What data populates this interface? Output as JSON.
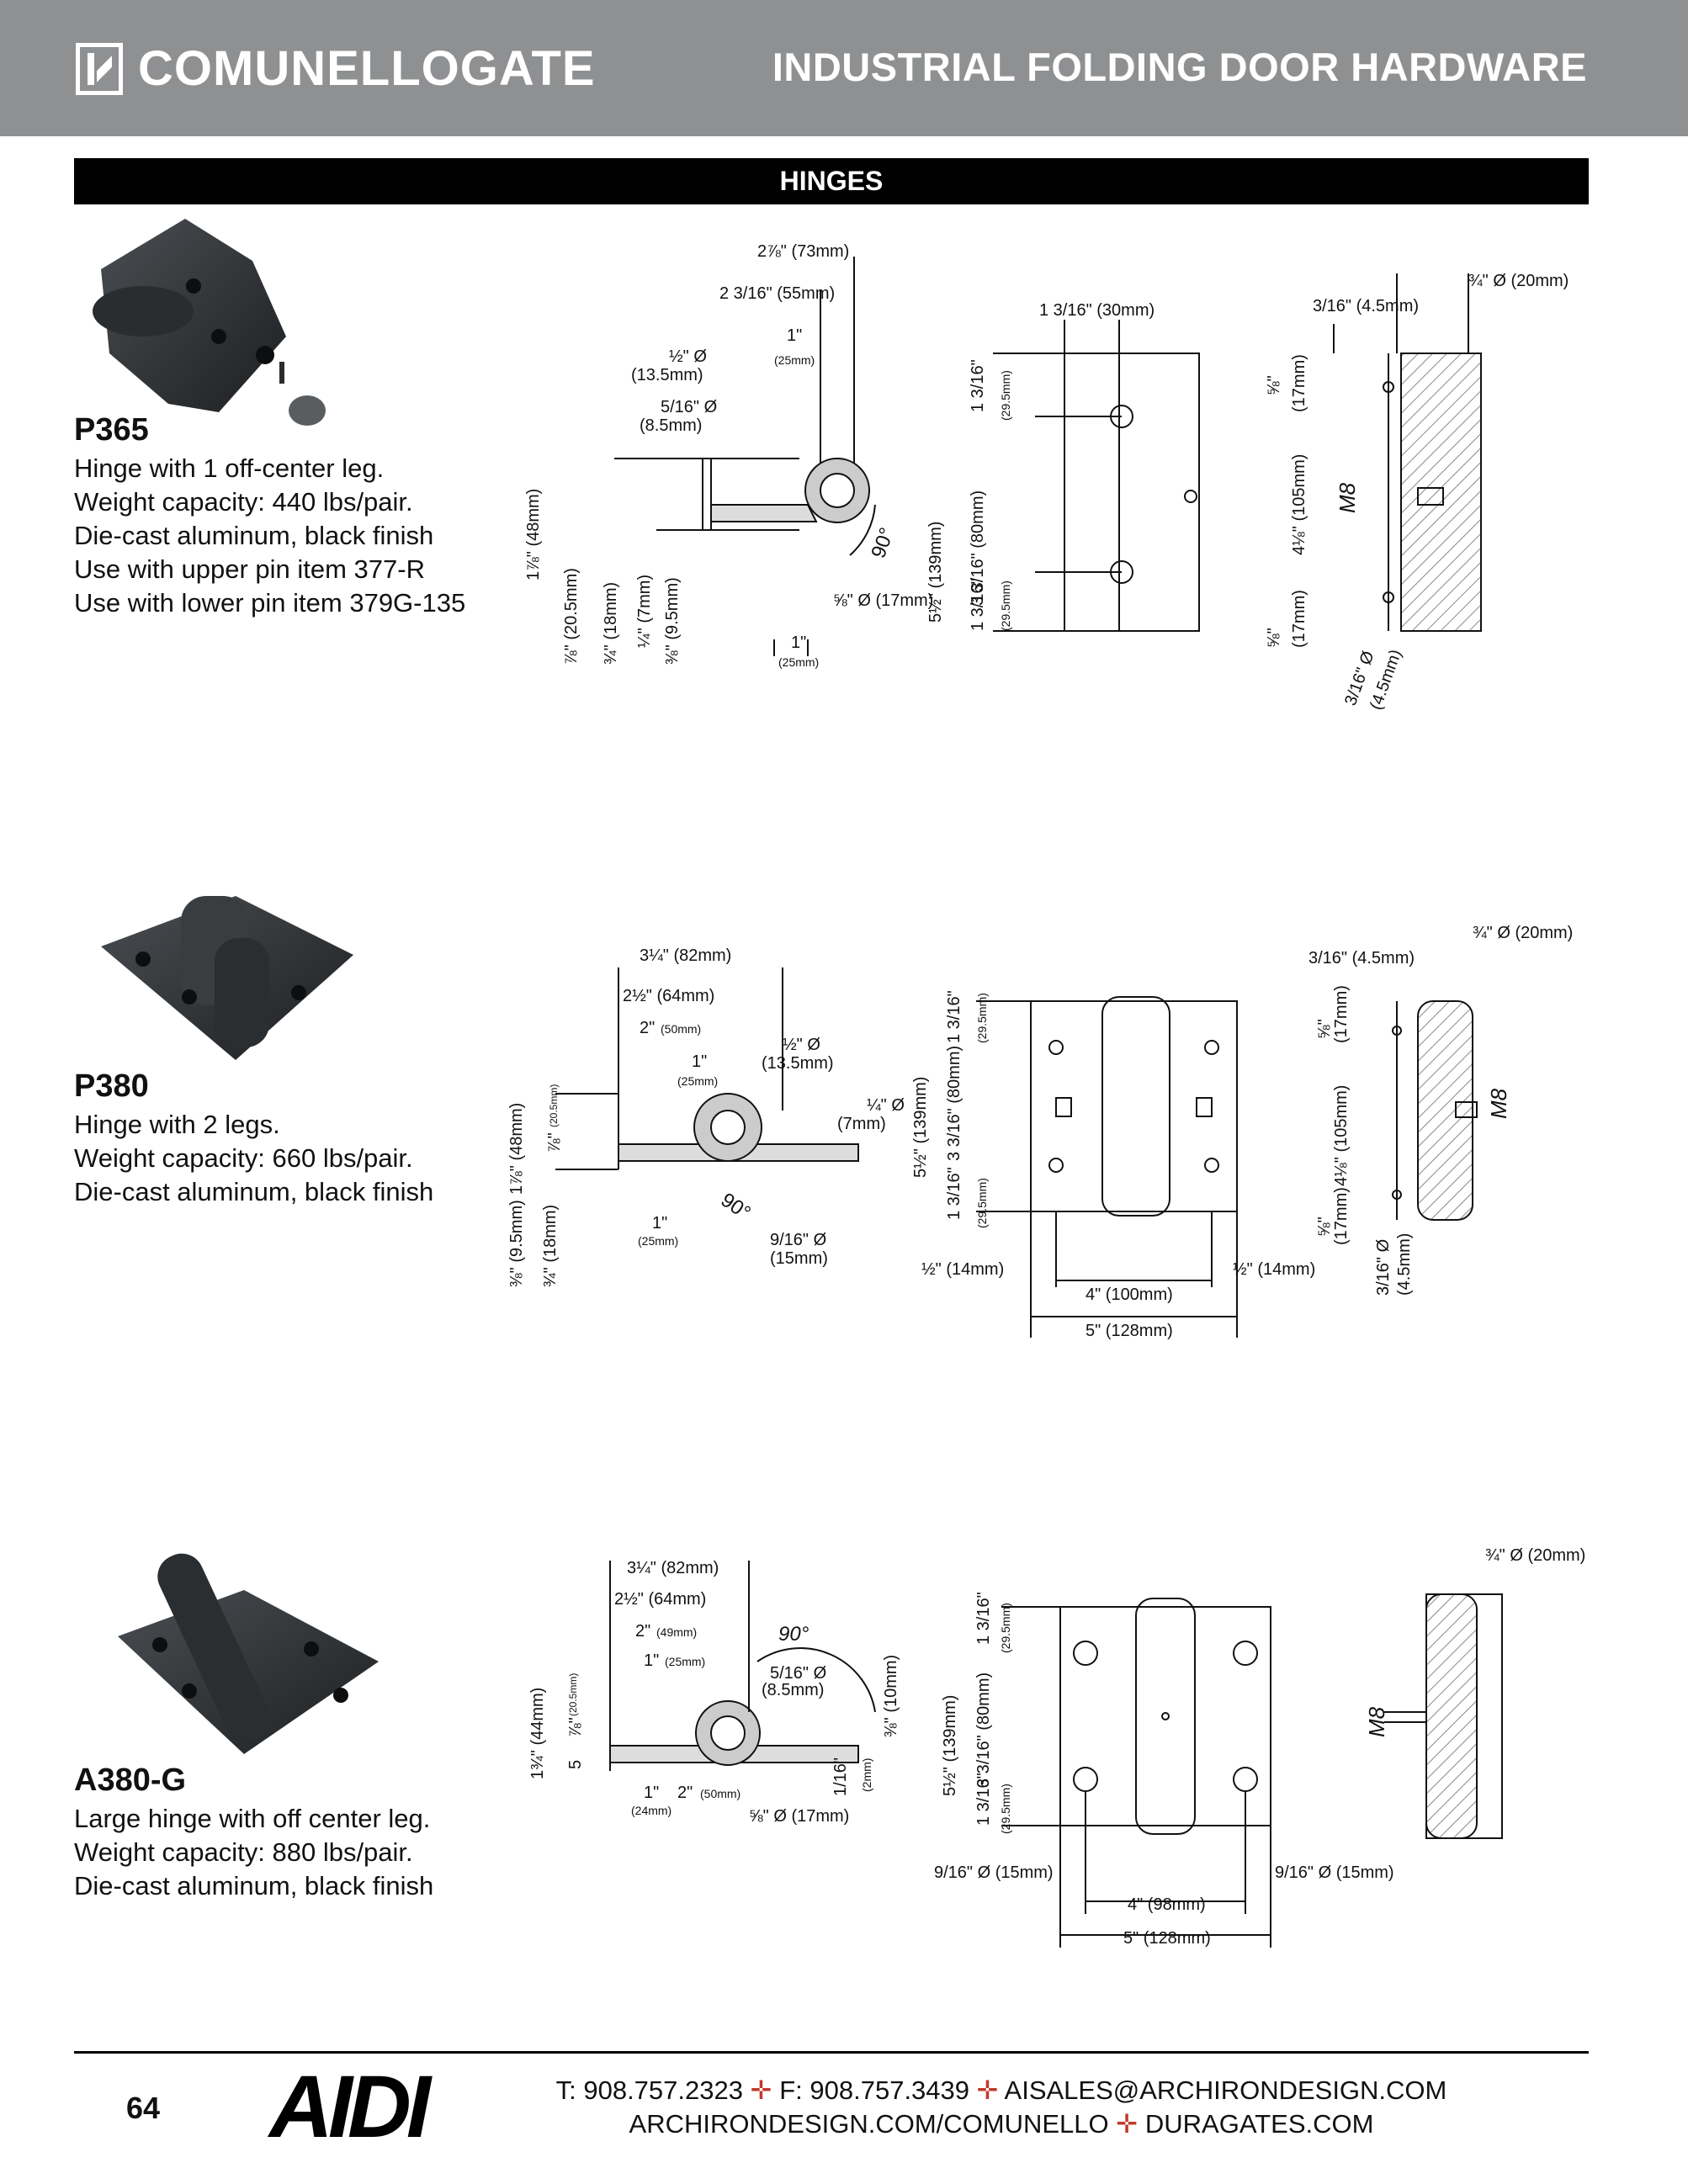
{
  "header": {
    "brand": "COMUNELLOGATE",
    "title": "INDUSTRIAL FOLDING DOOR HARDWARE"
  },
  "section": {
    "title": "HINGES"
  },
  "products": [
    {
      "code": "P365",
      "lines": [
        "Hinge with 1 off-center leg.",
        "Weight capacity: 440 lbs/pair.",
        "Die-cast aluminum, black finish",
        "Use with upper pin item 377-R",
        "Use with lower pin item 379G-135"
      ],
      "dims": {
        "a": "2⅞\" (73mm)",
        "b": "2 3/16\" (55mm)",
        "c": "1\"",
        "c_mm": "(25mm)",
        "d": "½\" Ø",
        "d_mm": "(13.5mm)",
        "e": "5/16\" Ø",
        "e_mm": "(8.5mm)",
        "f": "1⅞\" (48mm)",
        "g": "⅞\" (20.5mm)",
        "h": "¾\" (18mm)",
        "i": "¼\" (7mm)",
        "j": "⅜\" (9.5mm)",
        "k": "⅝\" Ø (17mm)",
        "l": "1\"",
        "l_mm": "(25mm)",
        "angle": "90°",
        "m": "1 3/16\" (30mm)",
        "n": "5½\" (139mm)",
        "o": "3 3/16\" (80mm)",
        "p": "1 3/16\"",
        "p_mm": "(29.5mm)",
        "q": "¾\" Ø (20mm)",
        "r": "3/16\" (4.5mm)",
        "s": "⅝\"",
        "s_mm": "(17mm)",
        "t": "M8",
        "u": "4⅛\" (105mm)",
        "v": "3/16\" Ø",
        "v_mm": "(4.5mm)"
      }
    },
    {
      "code": "P380",
      "lines": [
        "Hinge with 2 legs.",
        "Weight capacity: 660 lbs/pair.",
        "Die-cast aluminum, black finish"
      ],
      "dims": {
        "a": "3¼\" (82mm)",
        "b": "2½\" (64mm)",
        "c": "2\"",
        "c_mm": "(50mm)",
        "d": "1\"",
        "d_mm": "(25mm)",
        "e": "½\" Ø",
        "e_mm": "(13.5mm)",
        "f": "¼\" Ø",
        "f_mm": "(7mm)",
        "g": "1⅞\" (48mm)",
        "g2": "⅞\"",
        "g2_mm": "(20.5mm)",
        "h": "⅜\" (9.5mm)",
        "i": "¾\" (18mm)",
        "j": "1\"",
        "j_mm": "(25mm)",
        "k": "9/16\" Ø",
        "k_mm": "(15mm)",
        "angle": "90°",
        "l": "5½\" (139mm)",
        "m": "3 3/16\" (80mm)",
        "n": "1 3/16\"",
        "n_mm": "(29.5mm)",
        "o": "½\" (14mm)",
        "p": "4\" (100mm)",
        "q": "5\" (128mm)",
        "r": "¾\" Ø (20mm)",
        "s": "3/16\" (4.5mm)",
        "t": "⅝\"",
        "t_mm": "(17mm)",
        "u": "M8",
        "v": "4⅛\" (105mm)",
        "w": "3/16\" Ø",
        "w_mm": "(4.5mm)"
      }
    },
    {
      "code": "A380-G",
      "lines": [
        "Large hinge with off center leg.",
        "Weight capacity: 880 lbs/pair.",
        "Die-cast aluminum, black finish"
      ],
      "dims": {
        "a": "3¼\" (82mm)",
        "b": "2½\" (64mm)",
        "c": "2\"",
        "c_mm": "(49mm)",
        "d": "1\"",
        "d_mm": "(25mm)",
        "angle": "90°",
        "e": "5/16\" Ø",
        "e_mm": "(8.5mm)",
        "f": "⅜\" (10mm)",
        "g": "1¾\" (44mm)",
        "h": "⅞\"",
        "h_mm": "(20.5mm)",
        "h2": "5",
        "i": "1\"",
        "i_mm": "(24mm)",
        "j": "2\"",
        "j_mm": "(50mm)",
        "k": "⅝\" Ø (17mm)",
        "l": "1/16\"",
        "l_mm": "(2mm)",
        "m": "5½\" (139mm)",
        "n": "3 3/16\" (80mm)",
        "o": "1 3/16\"",
        "o_mm": "(29.5mm)",
        "p": "9/16\" Ø (15mm)",
        "q": "9/16\" Ø (15mm)",
        "r": "4\" (98mm)",
        "s": "5\" (128mm)",
        "t": "¾\" Ø (20mm)",
        "u": "M8"
      }
    }
  ],
  "footer": {
    "page": "64",
    "logo": "AIDI",
    "phone": "T: 908.757.2323",
    "fax": "F: 908.757.3439",
    "email": "AISALES@ARCHIRONDESIGN.COM",
    "site1": "ARCHIRONDESIGN.COM/COMUNELLO",
    "site2": "DURAGATES.COM",
    "sep": "✛"
  }
}
